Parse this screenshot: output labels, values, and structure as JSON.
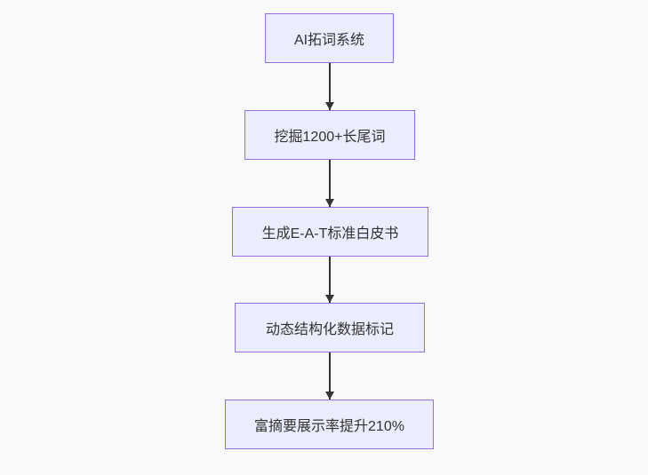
{
  "flowchart": {
    "type": "vertical-flowchart",
    "nodes": [
      {
        "label": "AI拓词系统"
      },
      {
        "label": "挖掘1200+长尾词"
      },
      {
        "label": "生成E-A-T标准白皮书"
      },
      {
        "label": "动态结构化数据标记"
      },
      {
        "label": "富摘要展示率提升210%"
      }
    ],
    "connections": [
      {
        "from": 0,
        "to": 1
      },
      {
        "from": 1,
        "to": 2
      },
      {
        "from": 2,
        "to": 3
      },
      {
        "from": 3,
        "to": 4
      }
    ],
    "colors": {
      "node_fill": "#ECECFF",
      "node_border": "#9370DB",
      "arrow": "#333333",
      "text": "#333333",
      "background": "#f9f9f9"
    }
  }
}
